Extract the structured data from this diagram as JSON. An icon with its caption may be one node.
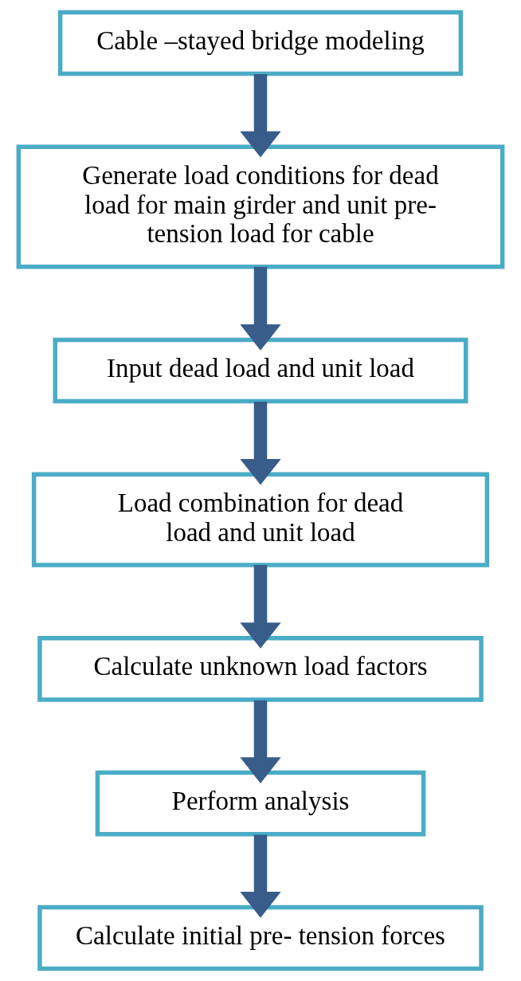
{
  "diagram": {
    "nodes": [
      {
        "text": [
          "Cable –stayed bridge modeling"
        ]
      },
      {
        "text": [
          "Generate load conditions for dead load for main girder and unit pre- tension load for cable"
        ]
      },
      {
        "text": [
          "Input dead load and unit load"
        ]
      },
      {
        "text": [
          "Load combination for dead load and unit load"
        ]
      },
      {
        "text": [
          "Calculate unknown load factors"
        ]
      },
      {
        "text": [
          "Perform analysis"
        ]
      },
      {
        "text": [
          "Calculate initial pre- tension forces"
        ]
      }
    ],
    "edges": [
      {
        "from": 0,
        "to": 1,
        "arrow": "to"
      },
      {
        "from": 1,
        "to": 2,
        "arrow": "to"
      },
      {
        "from": 2,
        "to": 3,
        "arrow": "to"
      },
      {
        "from": 3,
        "to": 4,
        "arrow": "to"
      },
      {
        "from": 4,
        "to": 5,
        "arrow": "to"
      },
      {
        "from": 5,
        "to": 6,
        "arrow": "to"
      }
    ]
  }
}
